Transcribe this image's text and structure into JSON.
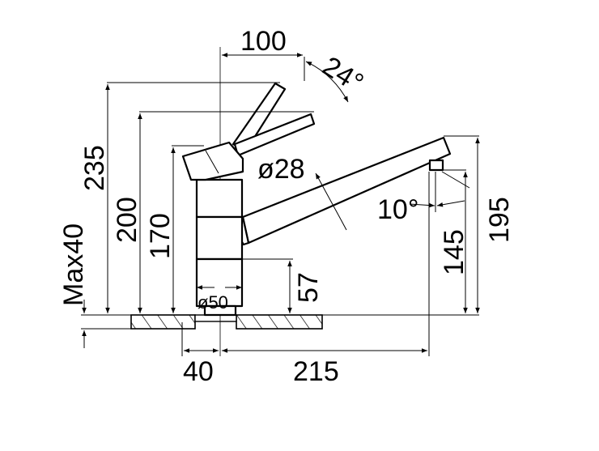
{
  "dimensions": {
    "spout_reach": "100",
    "lever_angle": "24°",
    "total_height": "235",
    "lever_height": "200",
    "body_height": "170",
    "max_deck": "Max40",
    "spout_diameter": "ø28",
    "outlet_angle": "10°",
    "outlet_height": "145",
    "spout_height": "195",
    "base_height": "57",
    "base_diameter": "ø50",
    "hole_offset": "40",
    "spout_projection": "215"
  },
  "colors": {
    "line": "#000000",
    "background": "#ffffff"
  }
}
